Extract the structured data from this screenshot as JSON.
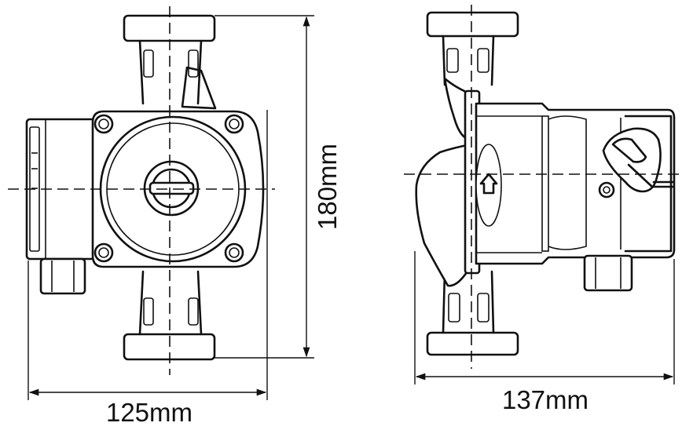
{
  "dimensions": {
    "width_front": "125mm",
    "height": "180mm",
    "width_side": "137mm"
  }
}
